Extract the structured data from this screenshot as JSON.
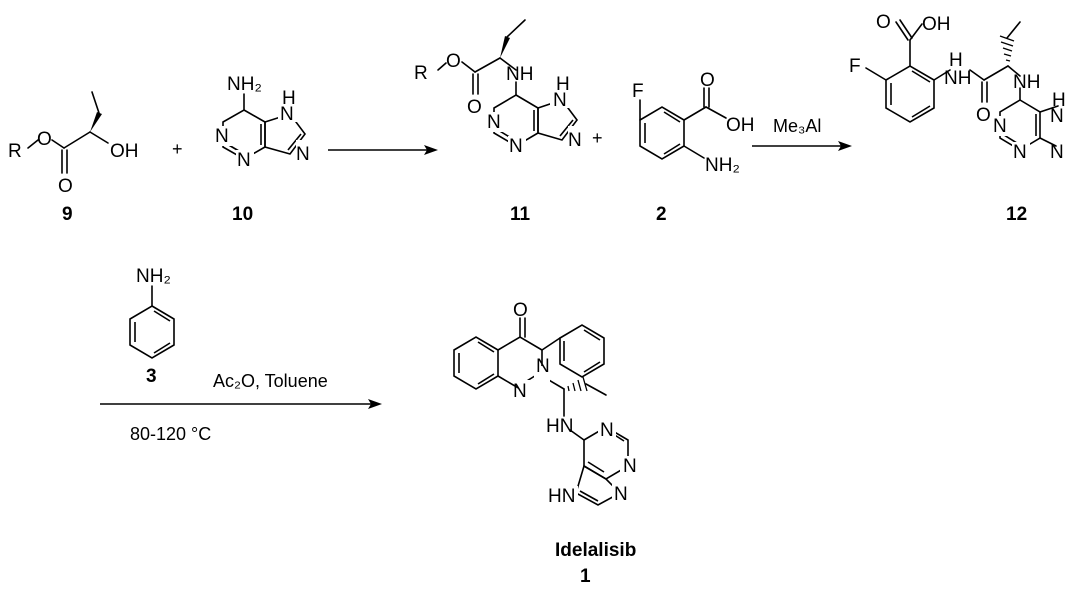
{
  "compounds": {
    "c9": {
      "label": "9"
    },
    "c10": {
      "label": "10"
    },
    "c11": {
      "label": "11"
    },
    "c2": {
      "label": "2"
    },
    "c12": {
      "label": "12"
    },
    "c3": {
      "label": "3"
    },
    "c1": {
      "name": "Idelalisib",
      "label": "1"
    }
  },
  "plus_sign": "+",
  "reagents": {
    "step2": "Me₃Al",
    "step3_reagent": "Ac₂O, Toluene",
    "step3_temp": "80-120 °C"
  },
  "atoms": {
    "R": "R",
    "O": "O",
    "OH": "OH",
    "NH": "NH",
    "HN": "HN",
    "N": "N",
    "H": "H",
    "F": "F",
    "NH2": "NH₂"
  },
  "icons": {
    "arrow": "reaction-arrow",
    "wedge": "wedge-bond",
    "hash": "hashed-wedge-bond"
  }
}
